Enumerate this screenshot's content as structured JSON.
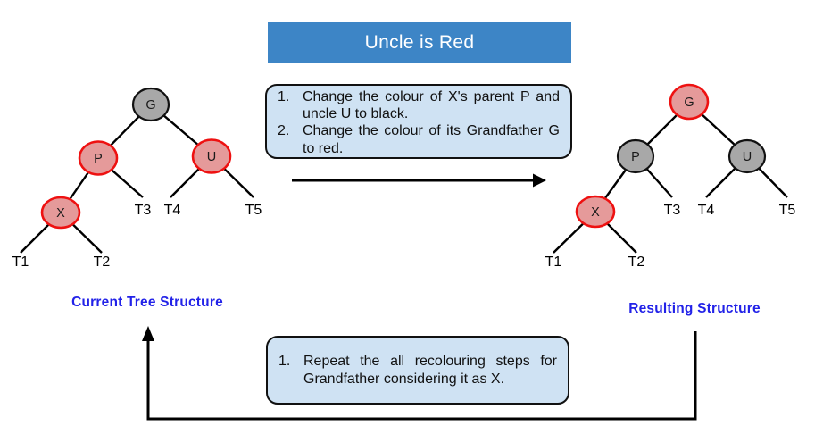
{
  "banner": {
    "title": "Uncle is Red"
  },
  "boxes": {
    "recolor": {
      "steps": [
        {
          "num": "1.",
          "text": "Change the colour of X's parent P and uncle U to black."
        },
        {
          "num": "2.",
          "text": "Change the colour of its Grandfather G to red."
        }
      ]
    },
    "repeat": {
      "steps": [
        {
          "num": "1.",
          "text": "Repeat the all recolouring steps for Grandfather considering it as X."
        }
      ]
    }
  },
  "captions": {
    "left": "Current Tree Structure",
    "right": "Resulting Structure"
  },
  "trees": {
    "left": {
      "nodes": {
        "g": {
          "label": "G",
          "color": "gray"
        },
        "p": {
          "label": "P",
          "color": "red"
        },
        "u": {
          "label": "U",
          "color": "red"
        },
        "x": {
          "label": "X",
          "color": "red"
        }
      },
      "leaves": [
        "T1",
        "T2",
        "T3",
        "T4",
        "T5"
      ]
    },
    "right": {
      "nodes": {
        "g": {
          "label": "G",
          "color": "red"
        },
        "p": {
          "label": "P",
          "color": "gray"
        },
        "u": {
          "label": "U",
          "color": "gray"
        },
        "x": {
          "label": "X",
          "color": "red"
        }
      },
      "leaves": [
        "T1",
        "T2",
        "T3",
        "T4",
        "T5"
      ]
    }
  },
  "colors": {
    "banner_bg": "#3d85c6",
    "box_bg": "#cfe2f3",
    "box_border": "#111111",
    "red_node_fill": "#e59a9a",
    "red_node_stroke": "#ee1111",
    "gray_node_fill": "#a8a8a8",
    "gray_node_stroke": "#111111",
    "caption_text": "#2222e8",
    "arrow": "#000000"
  }
}
